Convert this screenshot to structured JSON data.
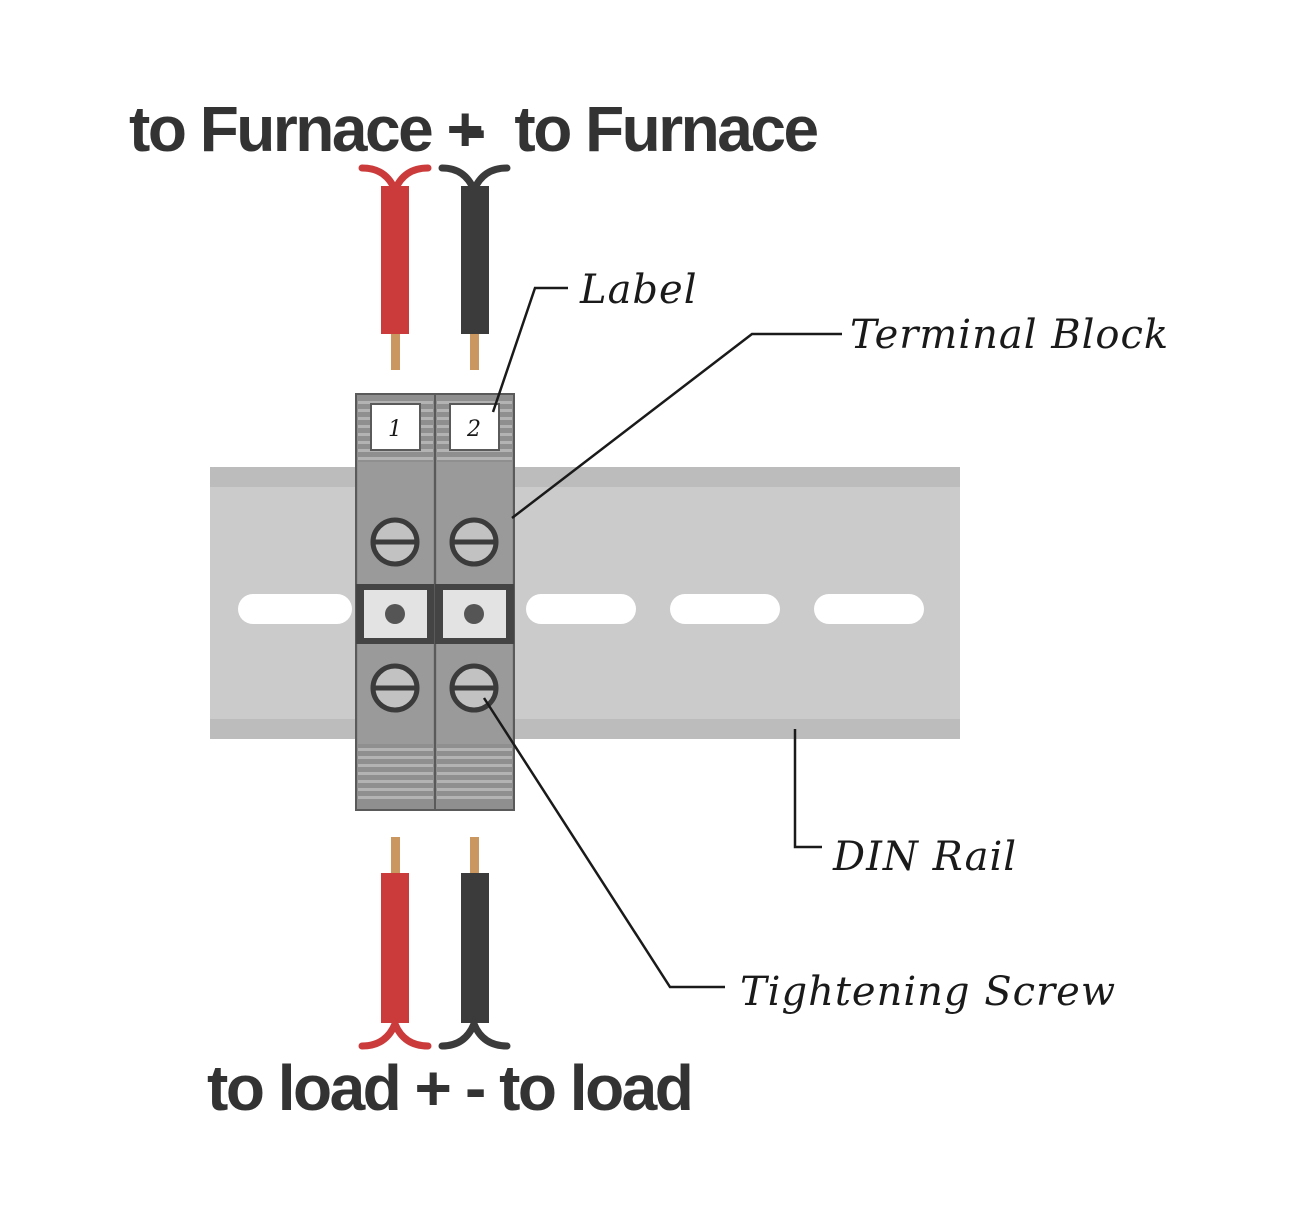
{
  "wire_labels": {
    "top_left": "to Furnace +",
    "top_right": "-  to Furnace",
    "bottom_left": "to load +",
    "bottom_right": "- to load"
  },
  "callouts": {
    "label": "Label",
    "terminal_block": "Terminal Block",
    "din_rail": "DIN Rail",
    "tightening_screw": "Tightening Screw"
  },
  "terminal_numbers": [
    "1",
    "2"
  ],
  "colors": {
    "positive_wire": "#cc3b3b",
    "negative_wire": "#3b3b3b",
    "copper": "#c9975f",
    "rail": "#cacaca",
    "block": "#8f8f8f"
  }
}
